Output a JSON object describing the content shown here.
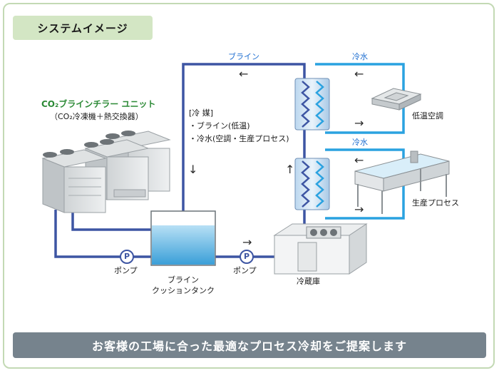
{
  "header": {
    "title": "システムイメージ"
  },
  "unit": {
    "title": "CO₂ブラインチラー ユニット",
    "subtitle": "（CO₂冷凍機＋熱交換器）"
  },
  "labels": {
    "brine_top": "ブライン",
    "chilled_water_top": "冷水",
    "chilled_water_mid": "冷水",
    "low_temp_ac": "低温空調",
    "production_process": "生産プロセス",
    "refrigerant_heading": "[冷 媒]",
    "refrigerant_item1": "・ブライン(低温)",
    "refrigerant_item2": "・冷水(空調・生産プロセス)",
    "pump_left": "ポンプ",
    "pump_right": "ポンプ",
    "pump_symbol_left": "P",
    "pump_symbol_right": "P",
    "tank_line1": "ブライン",
    "tank_line2": "クッションタンク",
    "cold_storage": "冷蔵庫"
  },
  "arrows": {
    "top_left": "←",
    "right_upper_left": "←",
    "right_upper_right": "→",
    "right_lower_left": "←",
    "right_lower_right": "→",
    "down": "↓",
    "up": "↑",
    "bottom_right": "→"
  },
  "footer": {
    "text": "お客様の工場に合った最適なプロセス冷却をご提案します"
  },
  "colors": {
    "brine_pipe": "#3d55a3",
    "water_pipe": "#2aa2e0",
    "accent_green": "#2c8a36",
    "footer_bg": "#76838d"
  }
}
